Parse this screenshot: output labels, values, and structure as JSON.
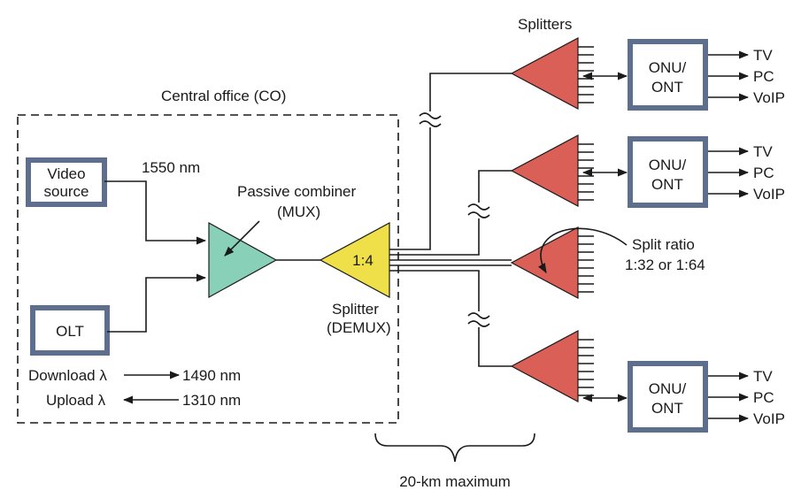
{
  "central_office": {
    "title": "Central office (CO)",
    "video_source_line1": "Video",
    "video_source_line2": "source",
    "olt": "OLT",
    "video_wavelength": "1550 nm",
    "combiner_line1": "Passive combiner",
    "combiner_line2": "(MUX)",
    "demux_ratio": "1:4",
    "demux_line1": "Splitter",
    "demux_line2": "(DEMUX)",
    "download_label": "Download λ",
    "download_value": "1490 nm",
    "upload_label": "Upload λ",
    "upload_value": "1310 nm"
  },
  "splitters_title": "Splitters",
  "split_ratio_line1": "Split ratio",
  "split_ratio_line2": "1:32 or 1:64",
  "distance_label": "20-km maximum",
  "onus": [
    {
      "line1": "ONU/",
      "line2": "ONT",
      "outputs": [
        "TV",
        "PC",
        "VoIP"
      ]
    },
    {
      "line1": "ONU/",
      "line2": "ONT",
      "outputs": [
        "TV",
        "PC",
        "VoIP"
      ]
    },
    {
      "line1": "ONU/",
      "line2": "ONT",
      "outputs": [
        "TV",
        "PC",
        "VoIP"
      ]
    }
  ],
  "colors": {
    "combiner": "#88d0b8",
    "demux": "#efe04a",
    "splitter": "#d95f57",
    "box_frame": "#5d6f8c"
  }
}
